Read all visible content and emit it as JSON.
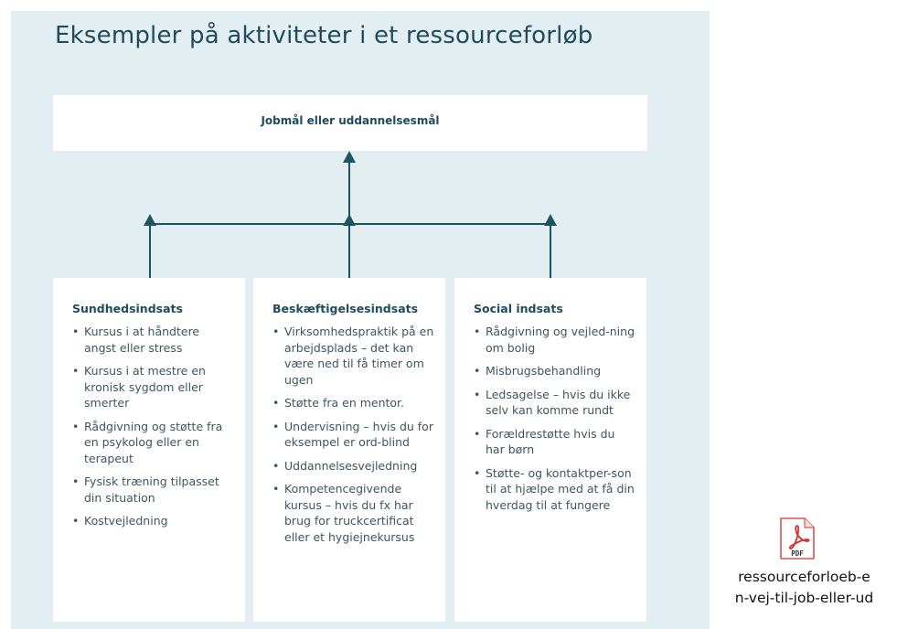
{
  "diagram": {
    "title": "Eksempler på aktiviteter i et ressourceforløb",
    "goal": "Jobmål eller uddannelsesmål",
    "columns": [
      {
        "title": "Sundhedsindsats",
        "items": [
          "Kursus i at håndtere angst eller stress",
          "Kursus i at mestre en kronisk sygdom eller smerter",
          "Rådgivning og støtte fra en psykolog eller en terapeut",
          "Fysisk træning tilpasset din situation",
          "Kostvejledning"
        ]
      },
      {
        "title": "Beskæftigelsesindsats",
        "items": [
          "Virksomhedspraktik på en arbejdsplads – det kan være ned til få timer om ugen",
          "Støtte fra en mentor.",
          "Undervisning – hvis du for eksempel er ord-blind",
          "Uddannelsesvejledning",
          "Kompetencegivende kursus – hvis du fx har brug for truckcertificat eller et hygiejnekursus"
        ]
      },
      {
        "title": "Social indsats",
        "items": [
          "Rådgivning og vejled-ning om bolig",
          "Misbrugsbehandling",
          "Ledsagelse – hvis du ikke selv kan komme rundt",
          "Forældrestøtte hvis du har børn",
          "Støtte- og kontaktper-son til at hjælpe med at få din hverdag til at fungere"
        ]
      }
    ],
    "bullet": "•",
    "colors": {
      "panel": "#e3eef3",
      "connector": "#1b5463",
      "heading": "#1f4b5c"
    }
  },
  "file": {
    "icon": "pdf-icon",
    "icon_label": "PDF",
    "name": "ressourceforloeb-e\nn-vej-til-job-eller-ud"
  }
}
